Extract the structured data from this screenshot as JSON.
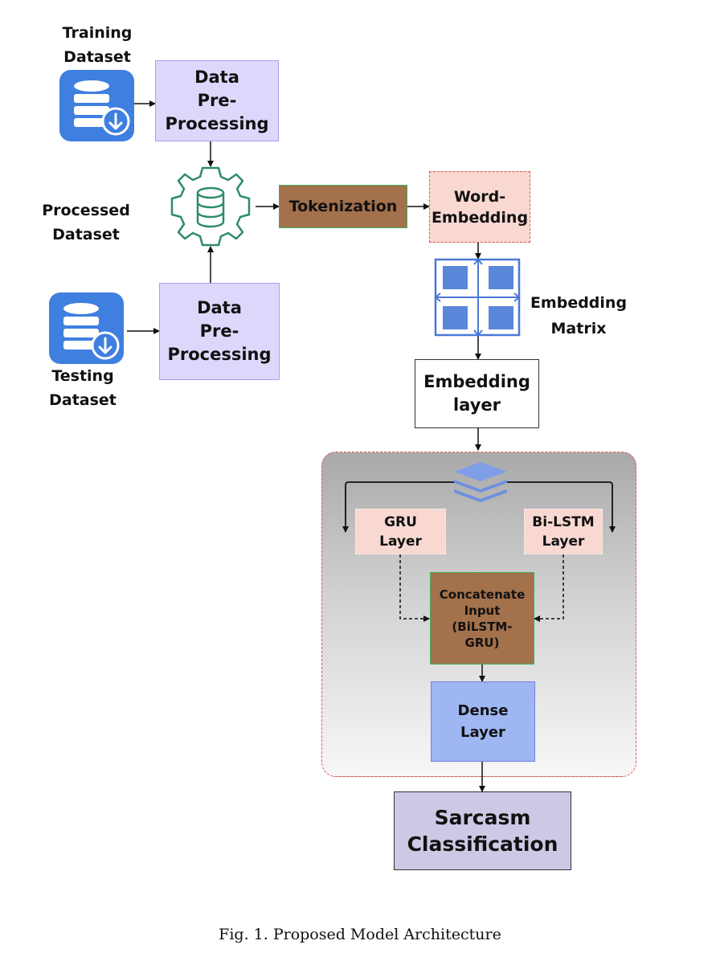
{
  "figure": {
    "training_dataset_label": [
      "Training",
      "Dataset"
    ],
    "testing_dataset_label": [
      "Testing",
      "Dataset"
    ],
    "processed_dataset_label": [
      "Processed",
      "Dataset"
    ],
    "preprocessing_top": [
      "Data",
      "Pre-",
      "Processing"
    ],
    "preprocessing_bottom": [
      "Data",
      "Pre-",
      "Processing"
    ],
    "tokenization": "Tokenization",
    "word_embedding": [
      "Word-",
      "Embedding"
    ],
    "embedding_matrix_label": [
      "Embedding",
      "Matrix"
    ],
    "embedding_layer": [
      "Embedding",
      "layer"
    ],
    "gru_layer": [
      "GRU",
      "Layer"
    ],
    "bilstm_layer": [
      "Bi-LSTM",
      "Layer"
    ],
    "concatenate": [
      "Concatenate",
      "Input",
      "(BiLSTM-",
      "GRU)"
    ],
    "dense_layer": [
      "Dense",
      "Layer"
    ],
    "output": [
      "Sarcasm",
      "Classification"
    ]
  },
  "caption": "Fig. 1.  Proposed Model Architecture",
  "colors": {
    "database_icon": "#3f7fe0",
    "gear_icon": "#2e8b6a",
    "matrix_icon": "#4a78d8",
    "layers_icon": "#7f9ee8"
  }
}
